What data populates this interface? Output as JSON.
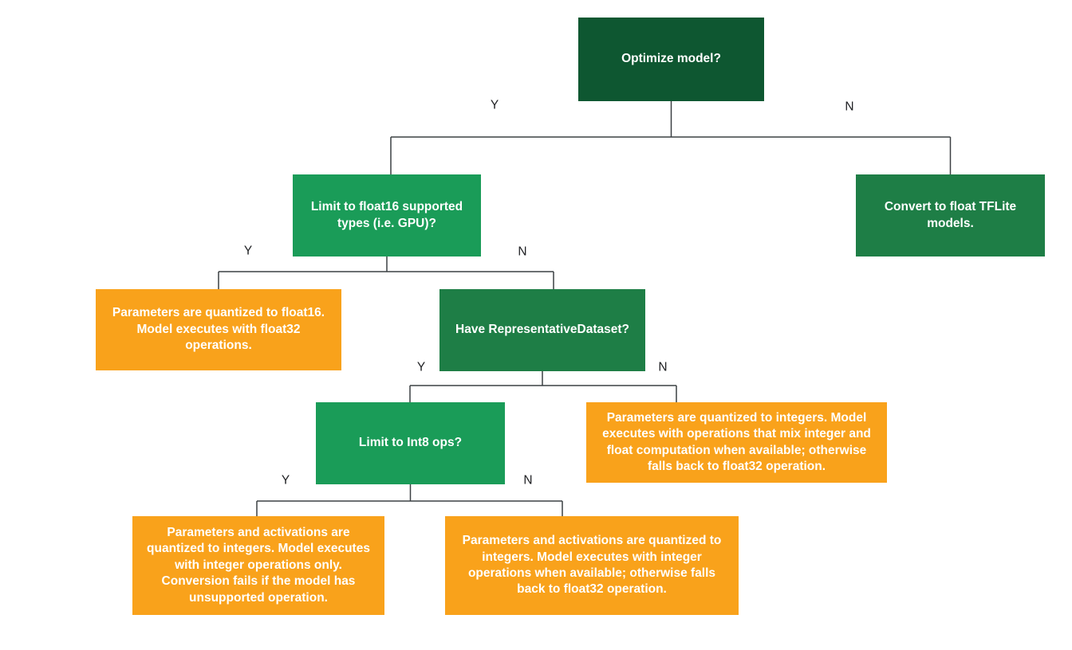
{
  "diagram": {
    "type": "decision-tree-flowchart",
    "nodes": {
      "optimize": {
        "label": "Optimize model?",
        "kind": "decision"
      },
      "limit_float16": {
        "label": "Limit to float16 supported types (i.e. GPU)?",
        "kind": "decision"
      },
      "convert_float": {
        "label": "Convert to float TFLite models.",
        "kind": "outcome"
      },
      "float16_result": {
        "label": "Parameters are quantized to float16. Model executes with float32 operations.",
        "kind": "outcome"
      },
      "have_dataset": {
        "label": "Have RepresentativeDataset?",
        "kind": "decision"
      },
      "limit_int8": {
        "label": "Limit to Int8 ops?",
        "kind": "decision"
      },
      "mixed_result": {
        "label": "Parameters are quantized to integers. Model executes with operations that mix integer and float computation when available; otherwise falls back to float32 operation.",
        "kind": "outcome"
      },
      "int8_only_result": {
        "label": "Parameters and activations are quantized to integers. Model executes with integer operations only. Conversion fails if the model has unsupported operation.",
        "kind": "outcome"
      },
      "int8_fallback_result": {
        "label": "Parameters and activations are quantized to integers. Model executes with integer operations when available; otherwise falls back to float32 operation.",
        "kind": "outcome"
      }
    },
    "edge_labels": {
      "optimize_yes": "Y",
      "optimize_no": "N",
      "limit_float16_yes": "Y",
      "limit_float16_no": "N",
      "have_dataset_yes": "Y",
      "have_dataset_no": "N",
      "limit_int8_yes": "Y",
      "limit_int8_no": "N"
    },
    "colors": {
      "dark_green": "#0E5731",
      "green": "#1E7E46",
      "light_green": "#1A9C58",
      "orange": "#F9A21B",
      "line": "#3C4043",
      "node_text": "#FFFFFF",
      "edge_label_text": "#202124",
      "background": "#FFFFFF"
    }
  }
}
